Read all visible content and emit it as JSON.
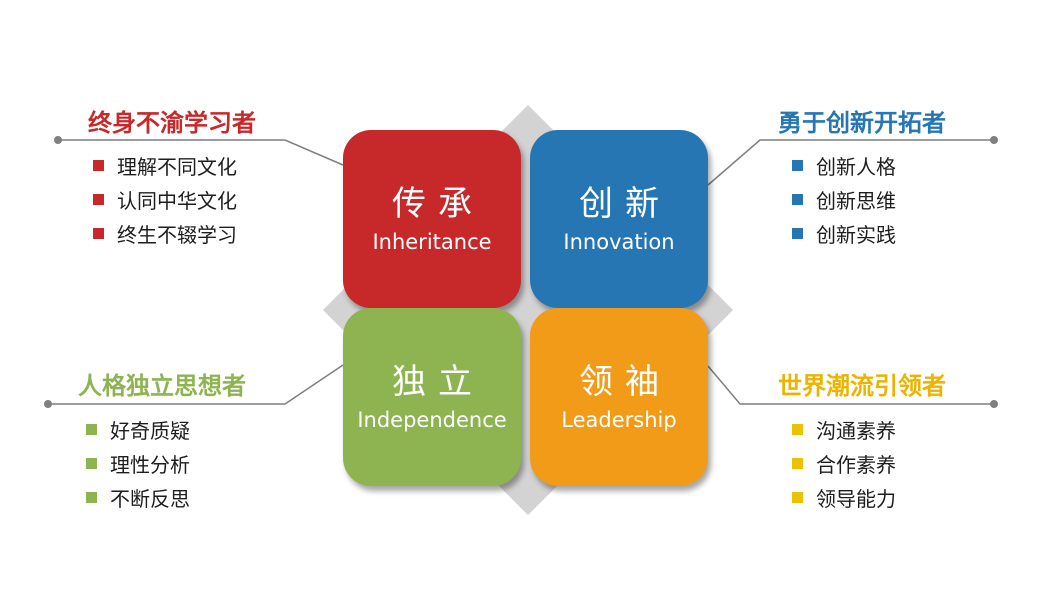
{
  "colors": {
    "red": "#c7282a",
    "blue": "#2676b4",
    "green": "#8db451",
    "orange": "#f29b18",
    "yellow_bullet": "#e9c300",
    "heading_yellow": "#ebb400",
    "diamond": "#d3d3d3"
  },
  "tiles": {
    "tl": {
      "zh": "传承",
      "en": "Inheritance"
    },
    "tr": {
      "zh": "创新",
      "en": "Innovation"
    },
    "bl": {
      "zh": "独立",
      "en": "Independence"
    },
    "br": {
      "zh": "领袖",
      "en": "Leadership"
    }
  },
  "groups": {
    "tl": {
      "heading": "终身不渝学习者",
      "items": [
        "理解不同文化",
        "认同中华文化",
        "终生不辍学习"
      ]
    },
    "tr": {
      "heading": "勇于创新开拓者",
      "items": [
        "创新人格",
        "创新思维",
        "创新实践"
      ]
    },
    "bl": {
      "heading": "人格独立思想者",
      "items": [
        "好奇质疑",
        "理性分析",
        "不断反思"
      ]
    },
    "br": {
      "heading": "世界潮流引领者",
      "items": [
        "沟通素养",
        "合作素养",
        "领导能力"
      ]
    }
  }
}
